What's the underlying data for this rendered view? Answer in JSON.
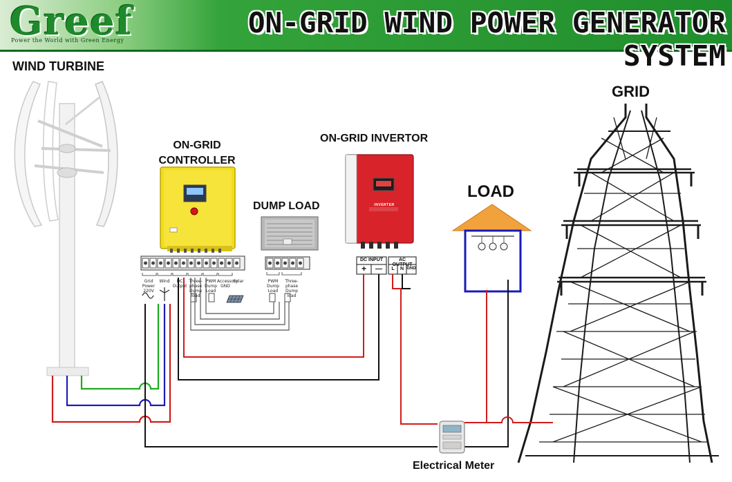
{
  "header": {
    "logo_text": "Greef",
    "tagline": "Power the World with Green Energy",
    "title": "ON-GRID  WIND POWER GENERATOR SYSTEM"
  },
  "labels": {
    "wind_turbine": "WIND TURBINE",
    "grid": "GRID",
    "controller_line1": "ON-GRID",
    "controller_line2": "CONTROLLER",
    "dump_load": "DUMP LOAD",
    "inverter": "ON-GRID INVERTOR",
    "load": "LOAD",
    "meter": "Electrical Meter"
  },
  "controller_terminals": {
    "grid_power": "Grid Power",
    "grid_voltage": "220V",
    "wind": "Wind",
    "dc_output": "DC Output",
    "three_phase_dump": "Three-phase",
    "dump_load_1": "Dump load",
    "pwm_dump": "PWM Dump",
    "load_1": "Load",
    "accessory": "Accessory",
    "gnd": "GND",
    "solar": "Solar"
  },
  "dump_terminals": {
    "pwm_dump": "PWM Dump",
    "load": "Load",
    "three_phase": "Three-phase",
    "dump_load": "Dump load"
  },
  "inverter_terminals": {
    "dc_input": "DC  INPUT",
    "ac_output": "AC OUTPUT",
    "plus": "+",
    "minus": "—",
    "l": "L",
    "n": "N",
    "gnd": "GND",
    "brand": "INVERTER"
  },
  "colors": {
    "green_wire": "#1faa1f",
    "blue_wire": "#1a1ab8",
    "red_wire": "#d11a1a",
    "black_wire": "#111111",
    "controller_yellow": "#f3dc1c",
    "inverter_red": "#d8232a",
    "load_roof": "#f2a23c"
  }
}
